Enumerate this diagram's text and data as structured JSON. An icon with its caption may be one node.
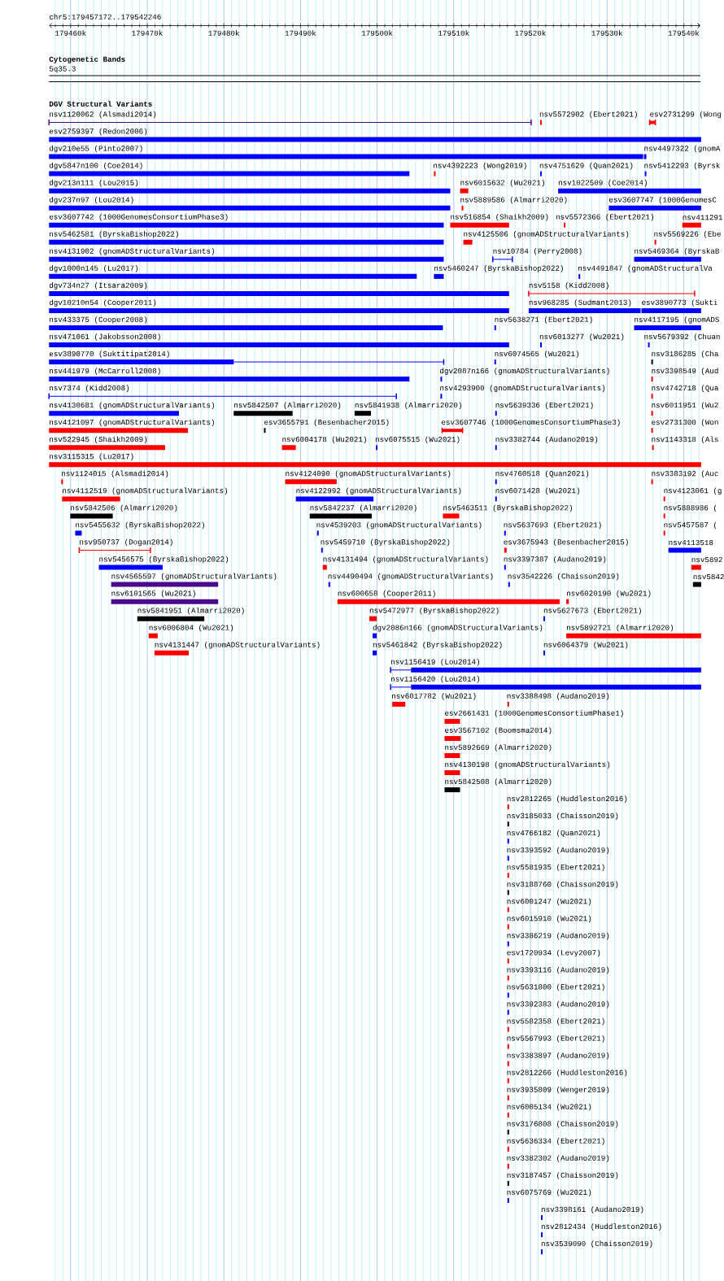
{
  "diagram": {
    "nodes": [
      {
        "text": [
          "nsv1120062 (Alsmadi2014)"
        ]
      },
      {
        "text": [
          "nsv5572902 (Ebert2021)"
        ]
      },
      {
        "text": [
          "esv2731299 (Wong"
        ]
      },
      {
        "text": [
          "esv2759397 (Redon2006)"
        ]
      },
      {
        "text": [
          "dgv210e55 (Pinto2007)"
        ]
      },
      {
        "text": [
          "nsv4497322 (gnomA"
        ]
      },
      {
        "text": [
          "dgv5847n100 (Coe2014)"
        ]
      },
      {
        "text": [
          "nsv4392223 (Wong2019)"
        ]
      },
      {
        "text": [
          "nsv4751629 (Quan2021)"
        ]
      },
      {
        "text": [
          "nsv5412293 (Byrsk"
        ]
      },
      {
        "text": [
          "dgv213n111 (Lou2015)"
        ]
      },
      {
        "text": [
          "nsv6015632 (Wu2021)"
        ]
      },
      {
        "text": [
          "nsv1022509 (Coe2014)"
        ]
      },
      {
        "text": [
          "dgv237n97 (Lou2014)"
        ]
      },
      {
        "text": [
          "nsv5889586 (Almarri2020)"
        ]
      },
      {
        "text": [
          "esv3607747 (1000GenomesC"
        ]
      },
      {
        "text": [
          "esv3607742 (1000GenomesConsortiumPhase3)"
        ]
      },
      {
        "text": [
          "nsv516854 (Shaikh2009)"
        ]
      },
      {
        "text": [
          "nsv5572366 (Ebert2021)"
        ]
      },
      {
        "text": [
          "nsv411291"
        ]
      },
      {
        "text": [
          "nsv5462581 (ByrskaBishop2022)"
        ]
      },
      {
        "text": [
          "nsv4125506 (gnomADStructuralVariants)"
        ]
      },
      {
        "text": [
          "nsv5569226 (Ebe"
        ]
      },
      {
        "text": [
          "nsv4131902 (gnomADStructuralVariants)"
        ]
      },
      {
        "text": [
          "nsv10784 (Perry2008)"
        ]
      },
      {
        "text": [
          "nsv5469364 (ByrskaB"
        ]
      },
      {
        "text": [
          "dgv1000n145 (Lu2017)"
        ]
      },
      {
        "text": [
          "nsv5460247 (ByrskaBishop2022)"
        ]
      },
      {
        "text": [
          "nsv4491847 (gnomADStructuralVa"
        ]
      },
      {
        "text": [
          "dgv734n27 (Itsara2009)"
        ]
      },
      {
        "text": [
          "nsv5158 (Kidd2008)"
        ]
      },
      {
        "text": [
          "dgv10210n54 (Cooper2011)"
        ]
      },
      {
        "text": [
          "nsv968285 (Sudmant2013)"
        ]
      },
      {
        "text": [
          "esv3890773 (Sukti"
        ]
      },
      {
        "text": [
          "nsv433375 (Cooper2008)"
        ]
      },
      {
        "text": [
          "nsv5638271 (Ebert2021)"
        ]
      },
      {
        "text": [
          "nsv4117195 (gnomADS"
        ]
      },
      {
        "text": [
          "nsv471061 (Jakobsson2008)"
        ]
      },
      {
        "text": [
          "nsv6013277 (Wu2021)"
        ]
      },
      {
        "text": [
          "nsv5679392 (Chuan"
        ]
      },
      {
        "text": [
          "esv3890770 (Suktitipat2014)"
        ]
      },
      {
        "text": [
          "nsv6074565 (Wu2021)"
        ]
      },
      {
        "text": [
          "nsv3186285 (Cha"
        ]
      },
      {
        "text": [
          "nsv441979 (McCarroll2008)"
        ]
      },
      {
        "text": [
          "dgv2087n166 (gnomADStructuralVariants)"
        ]
      },
      {
        "text": [
          "nsv3398549 (Aud"
        ]
      },
      {
        "text": [
          "nsv7374 (Kidd2008)"
        ]
      },
      {
        "text": [
          "nsv4293900 (gnomADStructuralVariants)"
        ]
      },
      {
        "text": [
          "nsv4742718 (Qua"
        ]
      },
      {
        "text": [
          "nsv4130681 (gnomADStructuralVariants)"
        ]
      },
      {
        "text": [
          "nsv5842507 (Almarri2020)"
        ]
      },
      {
        "text": [
          "nsv5841938 (Almarri2020)"
        ]
      },
      {
        "text": [
          "nsv5639336 (Ebert2021)"
        ]
      },
      {
        "text": [
          "nsv6011951 (Wu2"
        ]
      },
      {
        "text": [
          "nsv4121097 (gnomADStructuralVariants)"
        ]
      },
      {
        "text": [
          "esv3655791 (Besenbacher2015)"
        ]
      },
      {
        "text": [
          "esv3607746 (1000GenomesConsortiumPhase3)"
        ]
      },
      {
        "text": [
          "esv2731300 (Won"
        ]
      },
      {
        "text": [
          "nsv522945 (Shaikh2009)"
        ]
      },
      {
        "text": [
          "nsv6004178 (Wu2021)"
        ]
      },
      {
        "text": [
          "nsv6075515 (Wu2021)"
        ]
      },
      {
        "text": [
          "nsv3382744 (Audano2019)"
        ]
      },
      {
        "text": [
          "nsv1143318 (Als"
        ]
      },
      {
        "text": [
          "nsv3115315 (Lu2017)"
        ]
      },
      {
        "text": [
          "nsv1124015 (Alsmadi2014)"
        ]
      },
      {
        "text": [
          "nsv4124090 (gnomADStructuralVariants)"
        ]
      },
      {
        "text": [
          "nsv4760518 (Quan2021)"
        ]
      },
      {
        "text": [
          "nsv3383192 (Auc"
        ]
      },
      {
        "text": [
          "nsv4112519 (gnomADStructuralVariants)"
        ]
      },
      {
        "text": [
          "nsv4122992 (gnomADStructuralVariants)"
        ]
      },
      {
        "text": [
          "nsv6071428 (Wu2021)"
        ]
      },
      {
        "text": [
          "nsv4123061 (g"
        ]
      },
      {
        "text": [
          "nsv5842506 (Almarri2020)"
        ]
      },
      {
        "text": [
          "nsv5842237 (Almarri2020)"
        ]
      },
      {
        "text": [
          "nsv5463511 (ByrskaBishop2022)"
        ]
      },
      {
        "text": [
          "nsv5888986 ("
        ]
      },
      {
        "text": [
          "nsv5455632 (ByrskaBishop2022)"
        ]
      },
      {
        "text": [
          "nsv4539203 (gnomADStructuralVariants)"
        ]
      },
      {
        "text": [
          "nsv5637693 (Ebert2021)"
        ]
      },
      {
        "text": [
          "nsv5457587 ("
        ]
      },
      {
        "text": [
          "nsv950737 (Dogan2014)"
        ]
      },
      {
        "text": [
          "nsv5459710 (ByrskaBishop2022)"
        ]
      },
      {
        "text": [
          "esv3675943 (Besenbacher2015)"
        ]
      },
      {
        "text": [
          "nsv4113518"
        ]
      },
      {
        "text": [
          "nsv5456575 (ByrskaBishop2022)"
        ]
      },
      {
        "text": [
          "nsv4131494 (gnomADStructuralVariants)"
        ]
      },
      {
        "text": [
          "nsv3397387 (Audano2019)"
        ]
      },
      {
        "text": [
          "nsv5892"
        ]
      },
      {
        "text": [
          "nsv4565597 (gnomADStructuralVariants)"
        ]
      },
      {
        "text": [
          "nsv4490494 (gnomADStructuralVariants)"
        ]
      },
      {
        "text": [
          "nsv3542226 (Chaisson2019)"
        ]
      },
      {
        "text": [
          "nsv5842"
        ]
      },
      {
        "text": [
          "nsv6101565 (Wu2021)"
        ]
      },
      {
        "text": [
          "nsv600658 (Cooper2011)"
        ]
      },
      {
        "text": [
          "nsv6020190 (Wu2021)"
        ]
      },
      {
        "text": [
          "nsv5841951 (Almarri2020)"
        ]
      },
      {
        "text": [
          "nsv5472977 (ByrskaBishop2022)"
        ]
      },
      {
        "text": [
          "nsv5627673 (Ebert2021)"
        ]
      },
      {
        "text": [
          "nsv6006804 (Wu2021)"
        ]
      },
      {
        "text": [
          "dgv2086n166 (gnomADStructuralVariants)"
        ]
      },
      {
        "text": [
          "nsv5892721 (Almarri2020)"
        ]
      },
      {
        "text": [
          "nsv4131447 (gnomADStructuralVariants)"
        ]
      },
      {
        "text": [
          "nsv5461842 (ByrskaBishop2022)"
        ]
      },
      {
        "text": [
          "nsv6064379 (Wu2021)"
        ]
      },
      {
        "text": [
          "nsv1156419 (Lou2014)"
        ]
      },
      {
        "text": [
          "nsv1156420 (Lou2014)"
        ]
      },
      {
        "text": [
          "nsv6017782 (Wu2021)"
        ]
      },
      {
        "text": [
          "nsv3388498 (Audano2019)"
        ]
      },
      {
        "text": [
          "esv2661431 (1000GenomesConsortiumPhase1)"
        ]
      },
      {
        "text": [
          "esv3567102 (Boomsma2014)"
        ]
      },
      {
        "text": [
          "nsv5892669 (Almarri2020)"
        ]
      },
      {
        "text": [
          "nsv4130198 (gnomADStructuralVariants)"
        ]
      },
      {
        "text": [
          "nsv5842508 (Almarri2020)"
        ]
      },
      {
        "text": [
          "nsv2812265 (Huddleston2016)"
        ]
      },
      {
        "text": [
          "nsv3185033 (Chaisson2019)"
        ]
      },
      {
        "text": [
          "nsv4766182 (Quan2021)"
        ]
      },
      {
        "text": [
          "nsv3393592 (Audano2019)"
        ]
      },
      {
        "text": [
          "nsv5581935 (Ebert2021)"
        ]
      },
      {
        "text": [
          "nsv3188760 (Chaisson2019)"
        ]
      },
      {
        "text": [
          "nsv6001247 (Wu2021)"
        ]
      },
      {
        "text": [
          "nsv6015910 (Wu2021)"
        ]
      },
      {
        "text": [
          "nsv3386219 (Audano2019)"
        ]
      },
      {
        "text": [
          "esv1720934 (Levy2007)"
        ]
      },
      {
        "text": [
          "nsv3393116 (Audano2019)"
        ]
      },
      {
        "text": [
          "nsv5631800 (Ebert2021)"
        ]
      },
      {
        "text": [
          "nsv3392383 (Audano2019)"
        ]
      },
      {
        "text": [
          "nsv5582358 (Ebert2021)"
        ]
      },
      {
        "text": [
          "nsv5567993 (Ebert2021)"
        ]
      },
      {
        "text": [
          "nsv3383897 (Audano2019)"
        ]
      },
      {
        "text": [
          "nsv2812266 (Huddleston2016)"
        ]
      },
      {
        "text": [
          "nsv3935809 (Wenger2019)"
        ]
      },
      {
        "text": [
          "nsv6005134 (Wu2021)"
        ]
      },
      {
        "text": [
          "nsv3176808 (Chaisson2019)"
        ]
      },
      {
        "text": [
          "nsv5636334 (Ebert2021)"
        ]
      },
      {
        "text": [
          "nsv3382302 (Audano2019)"
        ]
      },
      {
        "text": [
          "nsv3187457 (Chaisson2019)"
        ]
      },
      {
        "text": [
          "nsv6075769 (Wu2021)"
        ]
      },
      {
        "text": [
          "nsv3398161 (Audano2019)"
        ]
      },
      {
        "text": [
          "nsv2812434 (Huddleston2016)"
        ]
      },
      {
        "text": [
          "nsv3539090 (Chaisson2019)"
        ]
      }
    ],
    "labels": [
      "chr5:179457172..179542246",
      "179460k",
      "179470k",
      "179480k",
      "179490k",
      "179500k",
      "179510k",
      "179520k",
      "179530k",
      "179540k",
      "Cytogenetic Bands",
      "5q35.3",
      "DGV Structural Variants"
    ]
  }
}
